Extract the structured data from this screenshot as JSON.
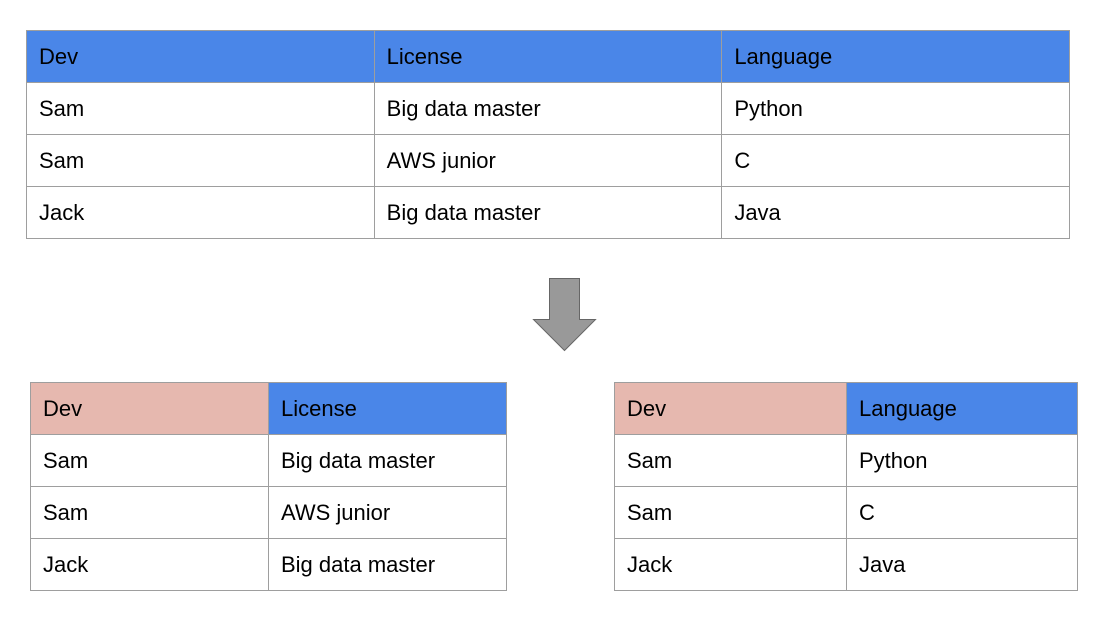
{
  "source_table": {
    "headers": [
      "Dev",
      "License",
      "Language"
    ],
    "rows": [
      [
        "Sam",
        "Big data master",
        "Python"
      ],
      [
        "Sam",
        "AWS junior",
        "C"
      ],
      [
        "Jack",
        "Big data master",
        "Java"
      ]
    ]
  },
  "left_table": {
    "headers": [
      "Dev",
      "License"
    ],
    "rows": [
      [
        "Sam",
        "Big data master"
      ],
      [
        "Sam",
        "AWS junior"
      ],
      [
        "Jack",
        "Big data master"
      ]
    ]
  },
  "right_table": {
    "headers": [
      "Dev",
      "Language"
    ],
    "rows": [
      [
        "Sam",
        "Python"
      ],
      [
        "Sam",
        "C"
      ],
      [
        "Jack",
        "Java"
      ]
    ]
  },
  "colors": {
    "header_blue": "#4a86e8",
    "key_header_pink": "#e6b8af",
    "arrow_fill": "#999999",
    "arrow_stroke": "#666666",
    "grid_line": "#9e9e9e"
  },
  "icons": {
    "arrow": "down-arrow-icon"
  }
}
